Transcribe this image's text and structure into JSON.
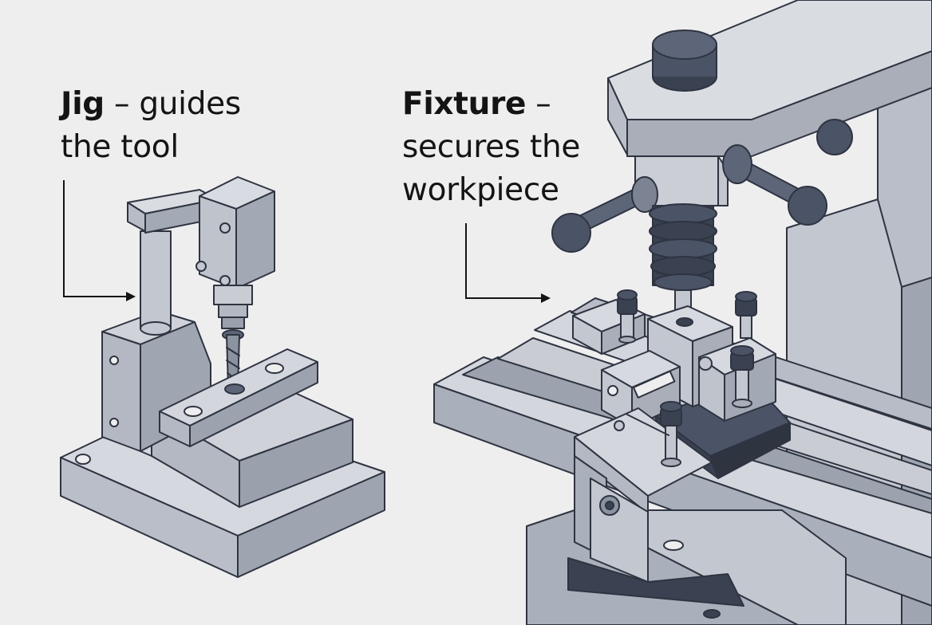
{
  "jig": {
    "term": "Jig",
    "dash": " – ",
    "line1_rest": "guides",
    "line2": "the tool"
  },
  "fixture": {
    "term": "Fixture",
    "dash": " –",
    "line2": "secures the",
    "line3": "workpiece"
  },
  "colors": {
    "background": "#eeeeef",
    "light_metal": "#c9ccd3",
    "mid_metal": "#a7acb7",
    "dark_metal": "#5d6678",
    "darkest": "#3a4150",
    "outline": "#2e3440"
  },
  "icons": [
    "drill-bit-icon",
    "arrow-right-icon"
  ]
}
